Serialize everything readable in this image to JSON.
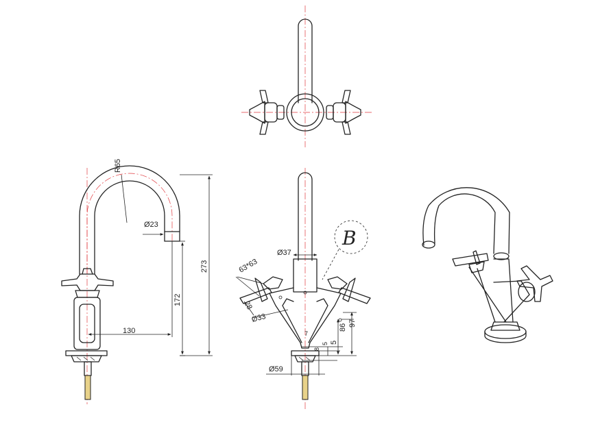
{
  "drawing": {
    "brand_mark": "B",
    "colors": {
      "line": "#222222",
      "centerline": "#e0393e",
      "stem": "#e8d28a"
    },
    "side_view": {
      "radius": "R65",
      "spout_diameter": "Ø23",
      "overall_height": "273",
      "spout_height": "172",
      "reach": "130"
    },
    "front_view": {
      "body_diameter": "Ø37",
      "handle_size": "63*63",
      "handle_height": "28",
      "handle_diameter": "Ø33",
      "dim_7": "7",
      "dim_8": "8",
      "dim_5a": "5",
      "dim_5b": "5",
      "dim_86": "86",
      "dim_97": "97",
      "base_diameter": "Ø59"
    }
  }
}
